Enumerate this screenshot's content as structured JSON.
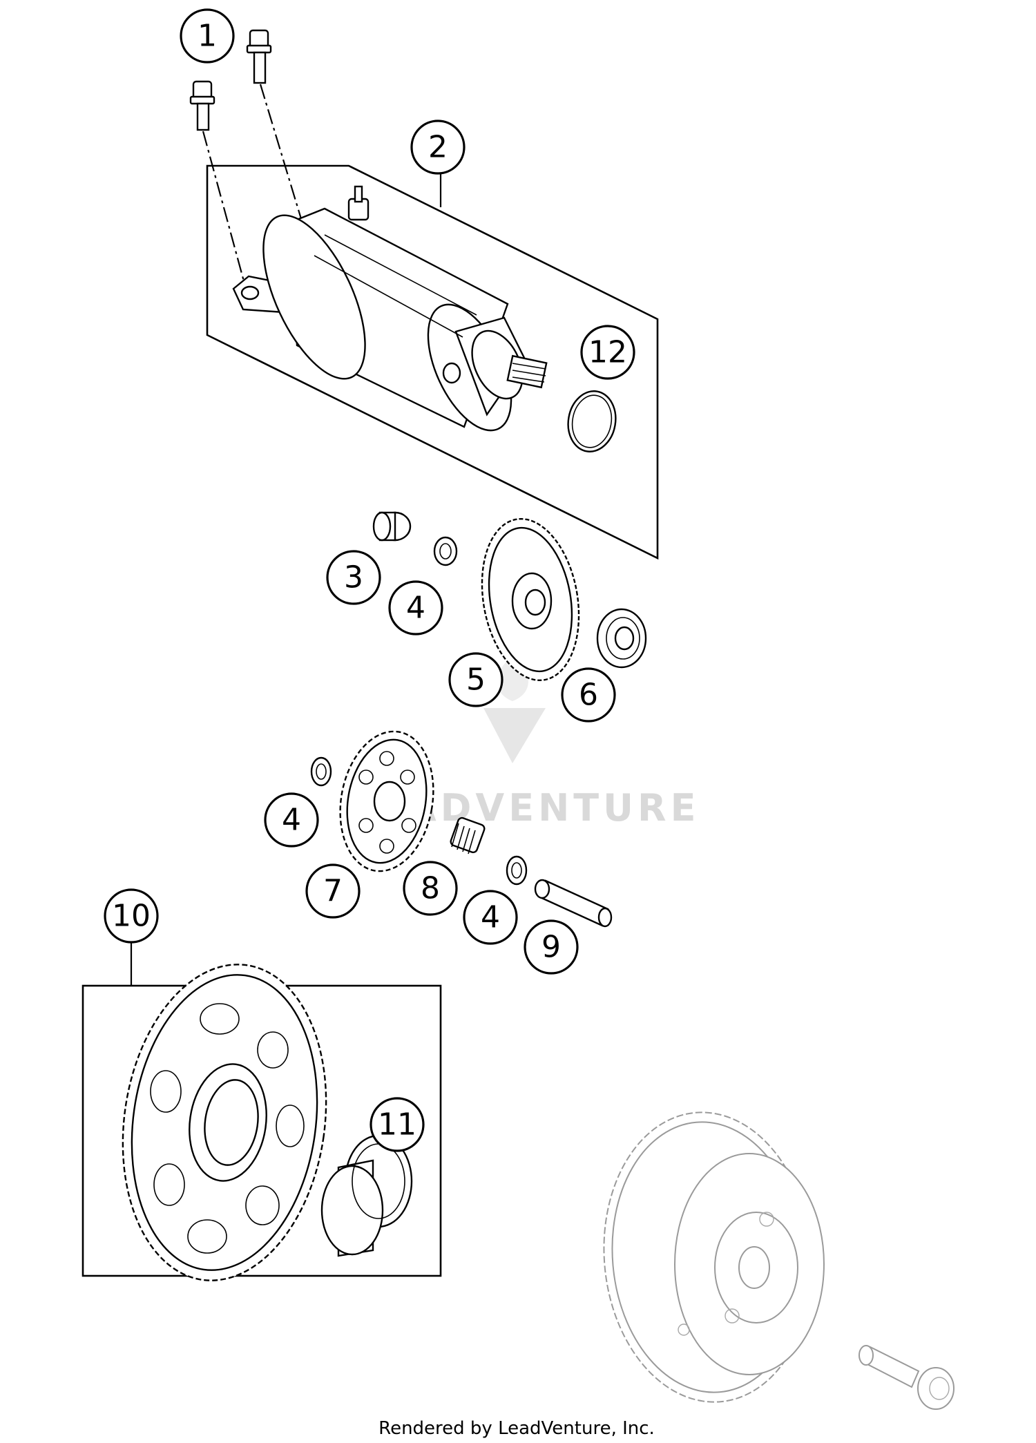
{
  "diagram": {
    "callouts": [
      "1",
      "2",
      "3",
      "4",
      "4",
      "4",
      "5",
      "6",
      "7",
      "8",
      "9",
      "10",
      "11",
      "12"
    ],
    "watermark": "LEADVENTURE",
    "footer": "Rendered by LeadVenture, Inc."
  }
}
